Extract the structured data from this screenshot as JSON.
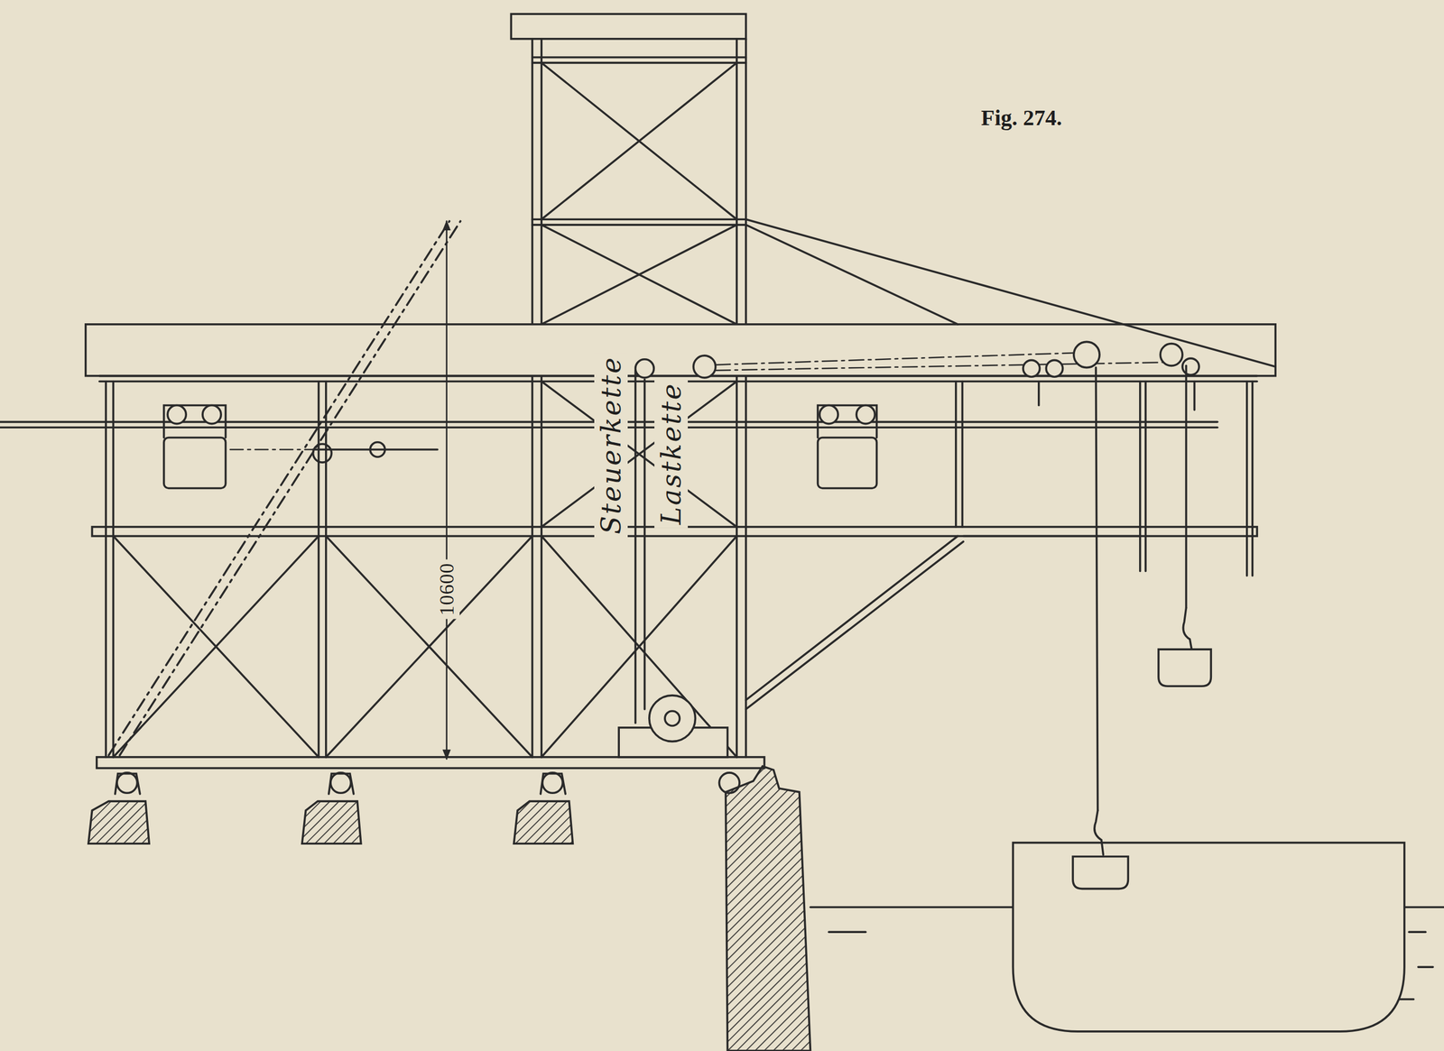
{
  "diagram": {
    "title": "Fig. 274.",
    "labels": [
      "Steuerkette",
      "Lastkette",
      "10600"
    ]
  }
}
